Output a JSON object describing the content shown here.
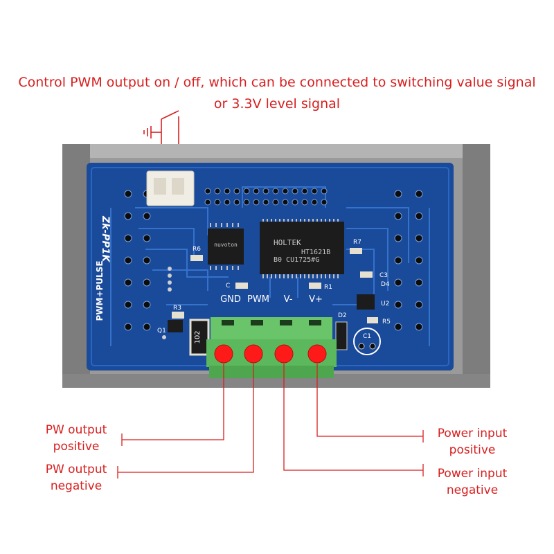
{
  "header": {
    "line1": "Control PWM output on / off, which can be connected to switching value signal",
    "line2": "or 3.3V level signal"
  },
  "board": {
    "model_label": "Zk-PP1K",
    "side_label": "PWM+PULSE",
    "terminal_labels": [
      "GND",
      "PWM",
      "V-",
      "V+"
    ],
    "chip_main_line1": "HOLTEK",
    "chip_main_line2": "HT1621B",
    "chip_main_line3": "B0 CU1725#G",
    "chip_mcu": "nuvoton",
    "resistor_102": "102",
    "refs": {
      "R6": "R6",
      "R3": "R3",
      "Q1": "Q1",
      "C": "C",
      "R1": "R1",
      "R7": "R7",
      "C3": "C3",
      "D4": "D4",
      "U2": "U2",
      "D2": "D2",
      "R5": "R5",
      "C1": "C1"
    }
  },
  "callouts": {
    "pw_pos": [
      "PW output",
      "positive"
    ],
    "pw_neg": [
      "PW output",
      "negative"
    ],
    "pwr_pos": [
      "Power input",
      "positive"
    ],
    "pwr_neg": [
      "Power input",
      "negative"
    ]
  },
  "colors": {
    "label_red": "#d81e1e",
    "pcb_blue": "#1a4a9a",
    "case_gray": "#8c8c8c",
    "terminal_green": "#5cb85c",
    "terminal_dot": "#ff1a1a"
  }
}
